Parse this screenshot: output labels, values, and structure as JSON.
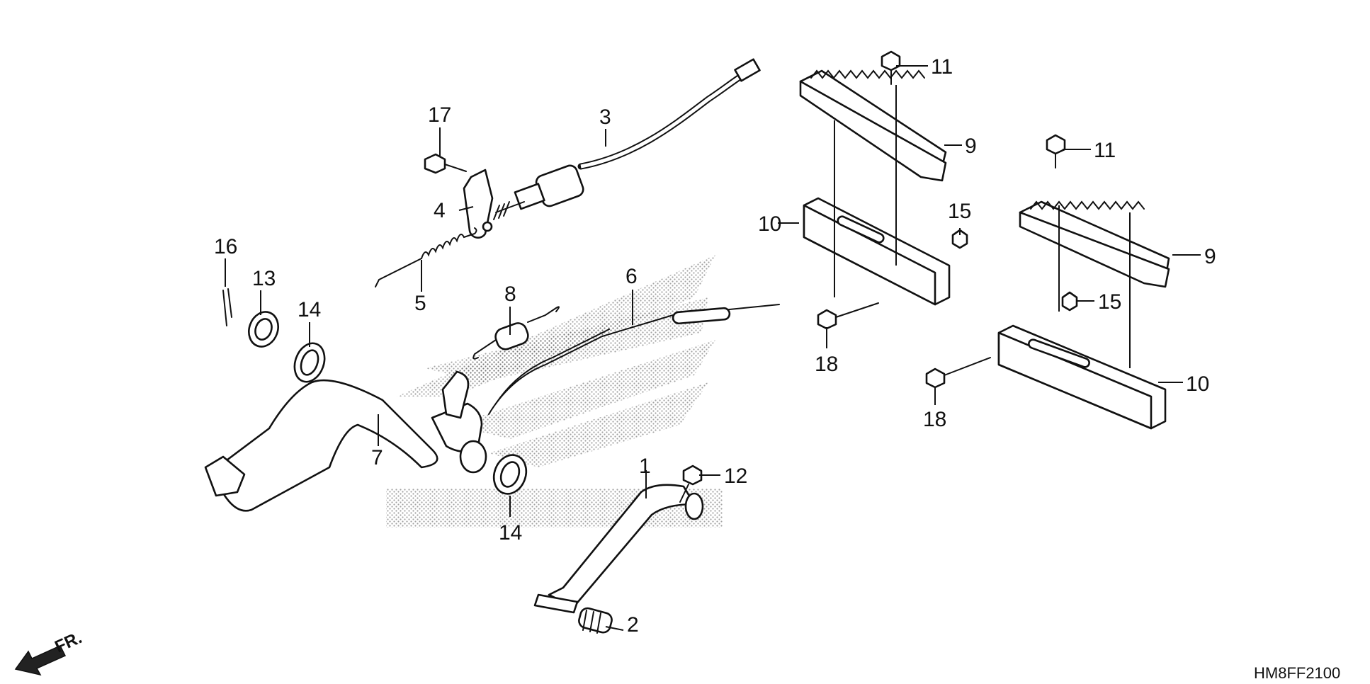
{
  "diagram_code": "HM8FF2100",
  "direction_label": "FR.",
  "callouts": {
    "c1": "1",
    "c2": "2",
    "c3": "3",
    "c4": "4",
    "c5": "5",
    "c6": "6",
    "c7": "7",
    "c8": "8",
    "c9a": "9",
    "c9b": "9",
    "c10a": "10",
    "c10b": "10",
    "c11a": "11",
    "c11b": "11",
    "c12": "12",
    "c13": "13",
    "c14a": "14",
    "c14b": "14",
    "c15a": "15",
    "c15b": "15",
    "c16": "16",
    "c17": "17",
    "c18a": "18",
    "c18b": "18"
  },
  "icons": {
    "watermark": "wing-logo-watermark",
    "arrow": "front-direction-arrow"
  }
}
